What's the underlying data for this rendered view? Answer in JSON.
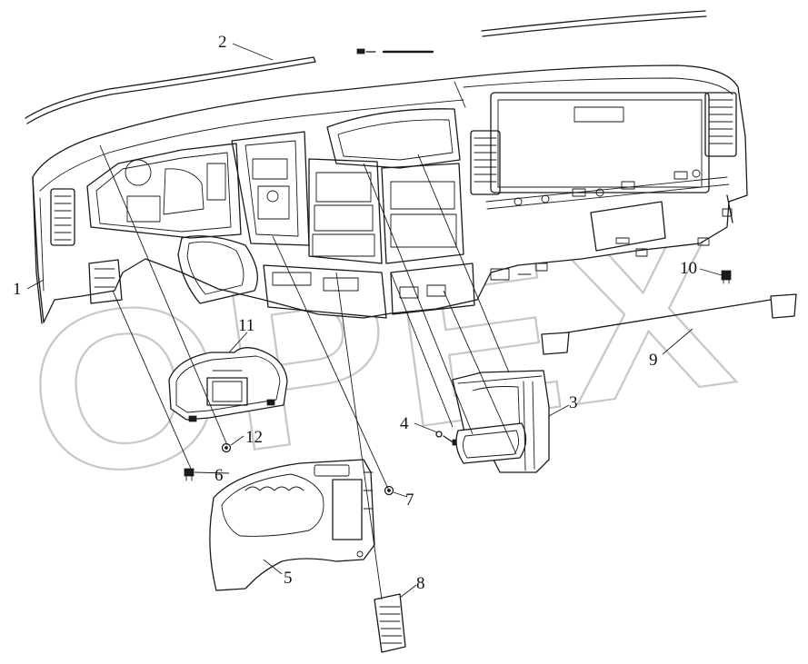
{
  "watermark": "OPEX",
  "callouts": [
    {
      "id": "1",
      "label": "1"
    },
    {
      "id": "2",
      "label": "2"
    },
    {
      "id": "3",
      "label": "3"
    },
    {
      "id": "4",
      "label": "4"
    },
    {
      "id": "5",
      "label": "5"
    },
    {
      "id": "6",
      "label": "6"
    },
    {
      "id": "7",
      "label": "7"
    },
    {
      "id": "8",
      "label": "8"
    },
    {
      "id": "9",
      "label": "9"
    },
    {
      "id": "10",
      "label": "10"
    },
    {
      "id": "11",
      "label": "11"
    },
    {
      "id": "12",
      "label": "12"
    }
  ],
  "colors": {
    "line": "#1a1a1a",
    "watermark_outline": "#c8c8c8",
    "background": "#ffffff"
  }
}
